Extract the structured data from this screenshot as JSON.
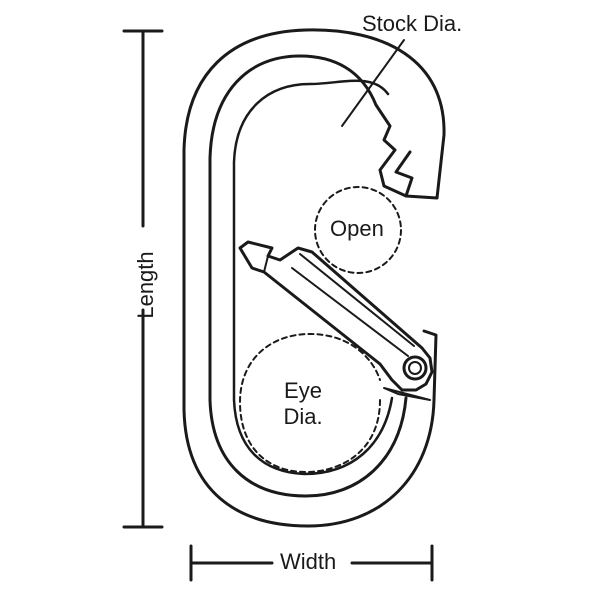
{
  "labels": {
    "stock_dia": "Stock Dia.",
    "open": "Open",
    "eye_line1": "Eye",
    "eye_line2": "Dia.",
    "width": "Width",
    "length": "Length"
  },
  "colors": {
    "stroke": "#1a1a1a",
    "background": "#ffffff"
  }
}
